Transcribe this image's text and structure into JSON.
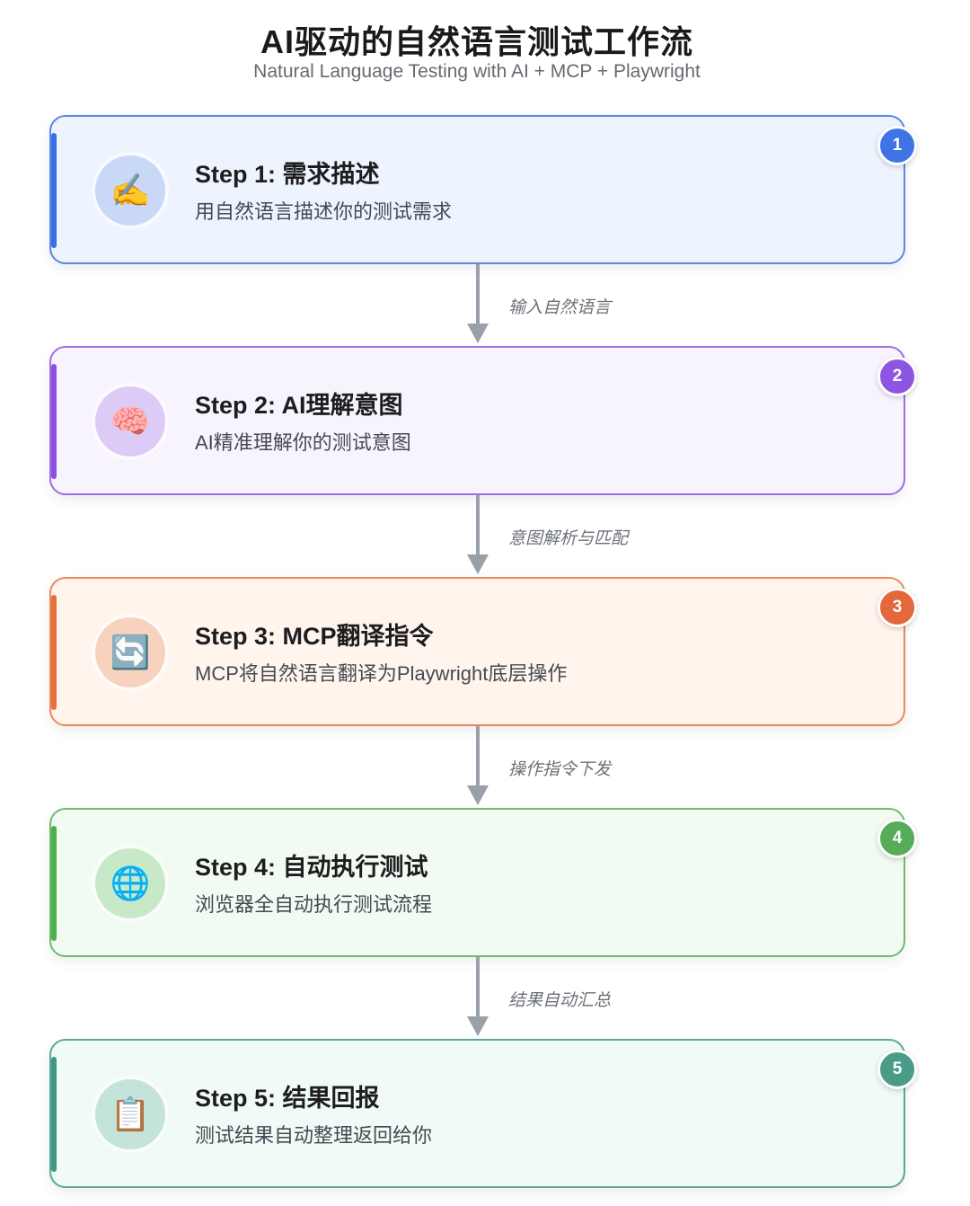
{
  "header": {
    "title": "AI驱动的自然语言测试工作流",
    "subtitle": "Natural Language Testing with AI + MCP + Playwright"
  },
  "steps": [
    {
      "number": "1",
      "title": "Step 1: 需求描述",
      "description": "用自然语言描述你的测试需求",
      "icon": "writing-hand-icon",
      "glyph": "✍️",
      "color": "#3f74e6"
    },
    {
      "number": "2",
      "title": "Step 2: AI理解意图",
      "description": "AI精准理解你的测试意图",
      "icon": "brain-icon",
      "glyph": "🧠",
      "color": "#8e55e3"
    },
    {
      "number": "3",
      "title": "Step 3: MCP翻译指令",
      "description": "MCP将自然语言翻译为Playwright底层操作",
      "icon": "refresh-icon",
      "glyph": "🔄",
      "color": "#e3683b"
    },
    {
      "number": "4",
      "title": "Step 4: 自动执行测试",
      "description": "浏览器全自动执行测试流程",
      "icon": "globe-icon",
      "glyph": "🌐",
      "color": "#56ac58"
    },
    {
      "number": "5",
      "title": "Step 5: 结果回报",
      "description": "测试结果自动整理返回给你",
      "icon": "clipboard-icon",
      "glyph": "📋",
      "color": "#4a9c89"
    }
  ],
  "connectors": [
    {
      "label": "输入自然语言"
    },
    {
      "label": "意图解析与匹配"
    },
    {
      "label": "操作指令下发"
    },
    {
      "label": "结果自动汇总"
    }
  ]
}
